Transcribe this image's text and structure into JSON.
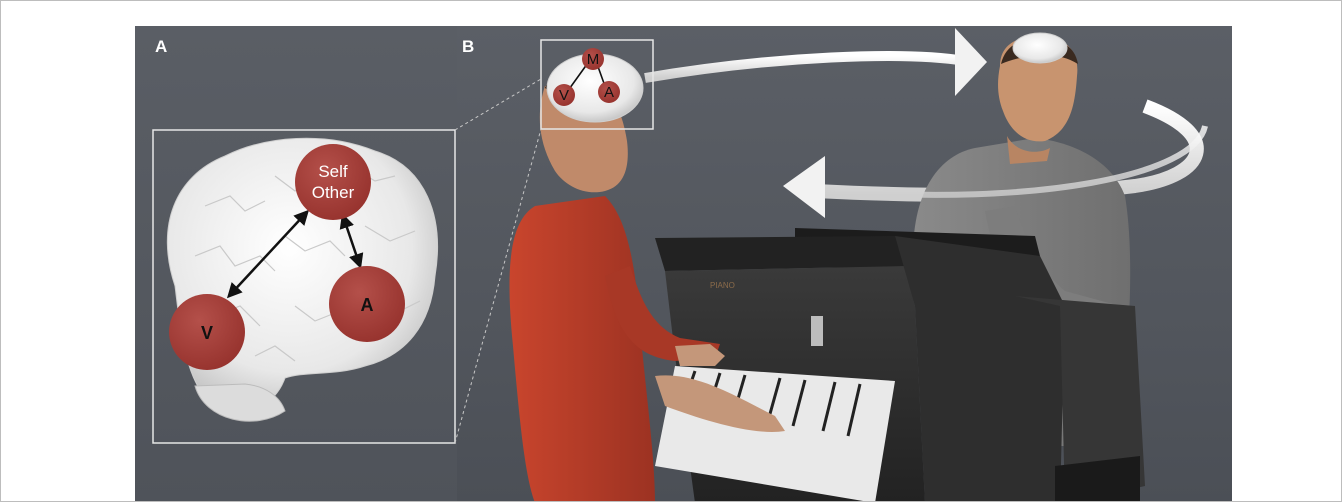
{
  "panel_a": {
    "letter": "A",
    "nodes": {
      "self_line1": "Self",
      "self_line2": "Other",
      "visual": "V",
      "auditory": "A"
    }
  },
  "panel_b": {
    "letter": "B",
    "nodes": {
      "motor": "M",
      "visual": "V",
      "auditory": "A"
    },
    "piano_brand": "PIANO"
  },
  "colors": {
    "node_fill": "#a23b36",
    "background": "#55595f",
    "arrow": "#f2f2f2"
  }
}
